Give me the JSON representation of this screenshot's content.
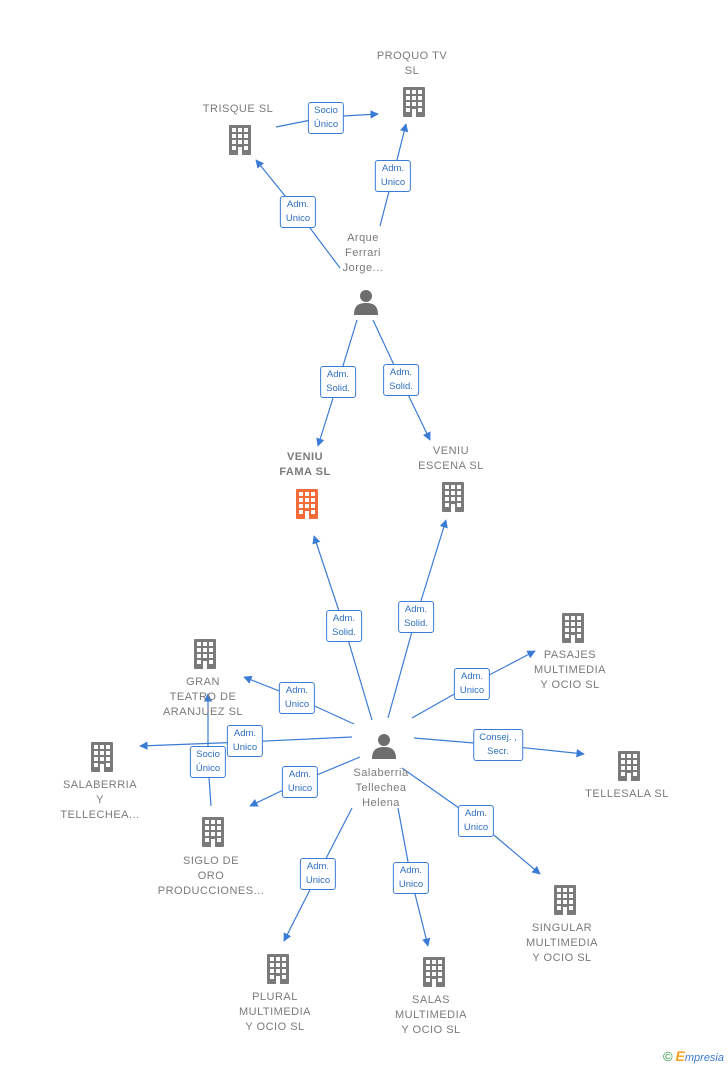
{
  "colors": {
    "edge": "#3a7bd5",
    "company": "#7a7a7a",
    "focus": "#f26b38",
    "person": "#6e6e6e"
  },
  "nodes": {
    "proquo": {
      "label": "PROQUO TV\nSL",
      "kind": "company"
    },
    "trisque": {
      "label": "TRISQUE  SL",
      "kind": "company"
    },
    "arque": {
      "label": "Arque\nFerrari\nJorge...",
      "kind": "person"
    },
    "veniu_fama": {
      "label": "VENIU\nFAMA  SL",
      "kind": "focus"
    },
    "veniu_escena": {
      "label": "VENIU\nESCENA  SL",
      "kind": "company"
    },
    "gran_teatro": {
      "label": "GRAN\nTEATRO DE\nARANJUEZ  SL",
      "kind": "company"
    },
    "pasajes": {
      "label": "PASAJES\nMULTIMEDIA\nY OCIO  SL",
      "kind": "company"
    },
    "salaberria_y": {
      "label": "SALABERRIA\nY\nTELLECHEA...",
      "kind": "company"
    },
    "salaberria": {
      "label": "Salaberria\nTellechea\nHelena",
      "kind": "person"
    },
    "tellesala": {
      "label": "TELLESALA  SL",
      "kind": "company"
    },
    "siglo": {
      "label": "SIGLO DE\nORO\nPRODUCCIONES...",
      "kind": "company"
    },
    "singular": {
      "label": "SINGULAR\nMULTIMEDIA\nY OCIO  SL",
      "kind": "company"
    },
    "plural": {
      "label": "PLURAL\nMULTIMEDIA\nY OCIO  SL",
      "kind": "company"
    },
    "salas": {
      "label": "SALAS\nMULTIMEDIA\nY OCIO  SL",
      "kind": "company"
    }
  },
  "edges": [
    {
      "id": "e1",
      "label": "Socio\nÚnico"
    },
    {
      "id": "e2",
      "label": "Adm.\nUnico"
    },
    {
      "id": "e3",
      "label": "Adm.\nUnico"
    },
    {
      "id": "e4",
      "label": "Adm.\nSolid."
    },
    {
      "id": "e5",
      "label": "Adm.\nSolid."
    },
    {
      "id": "e6",
      "label": "Adm.\nSolid."
    },
    {
      "id": "e7",
      "label": "Adm.\nSolid."
    },
    {
      "id": "e8",
      "label": "Adm.\nUnico"
    },
    {
      "id": "e9",
      "label": "Adm.\nUnico"
    },
    {
      "id": "e10",
      "label": "Adm.\nUnico"
    },
    {
      "id": "e11",
      "label": "Socio\nÚnico"
    },
    {
      "id": "e12",
      "label": "Consej. ,\nSecr."
    },
    {
      "id": "e13",
      "label": "Adm.\nUnico"
    },
    {
      "id": "e14",
      "label": "Adm.\nUnico"
    },
    {
      "id": "e15",
      "label": "Adm.\nUnico"
    },
    {
      "id": "e16",
      "label": "Adm.\nUnico"
    }
  ],
  "footer": {
    "copyright": "©",
    "brand_e": "E",
    "brand_rest": "mpresia"
  }
}
